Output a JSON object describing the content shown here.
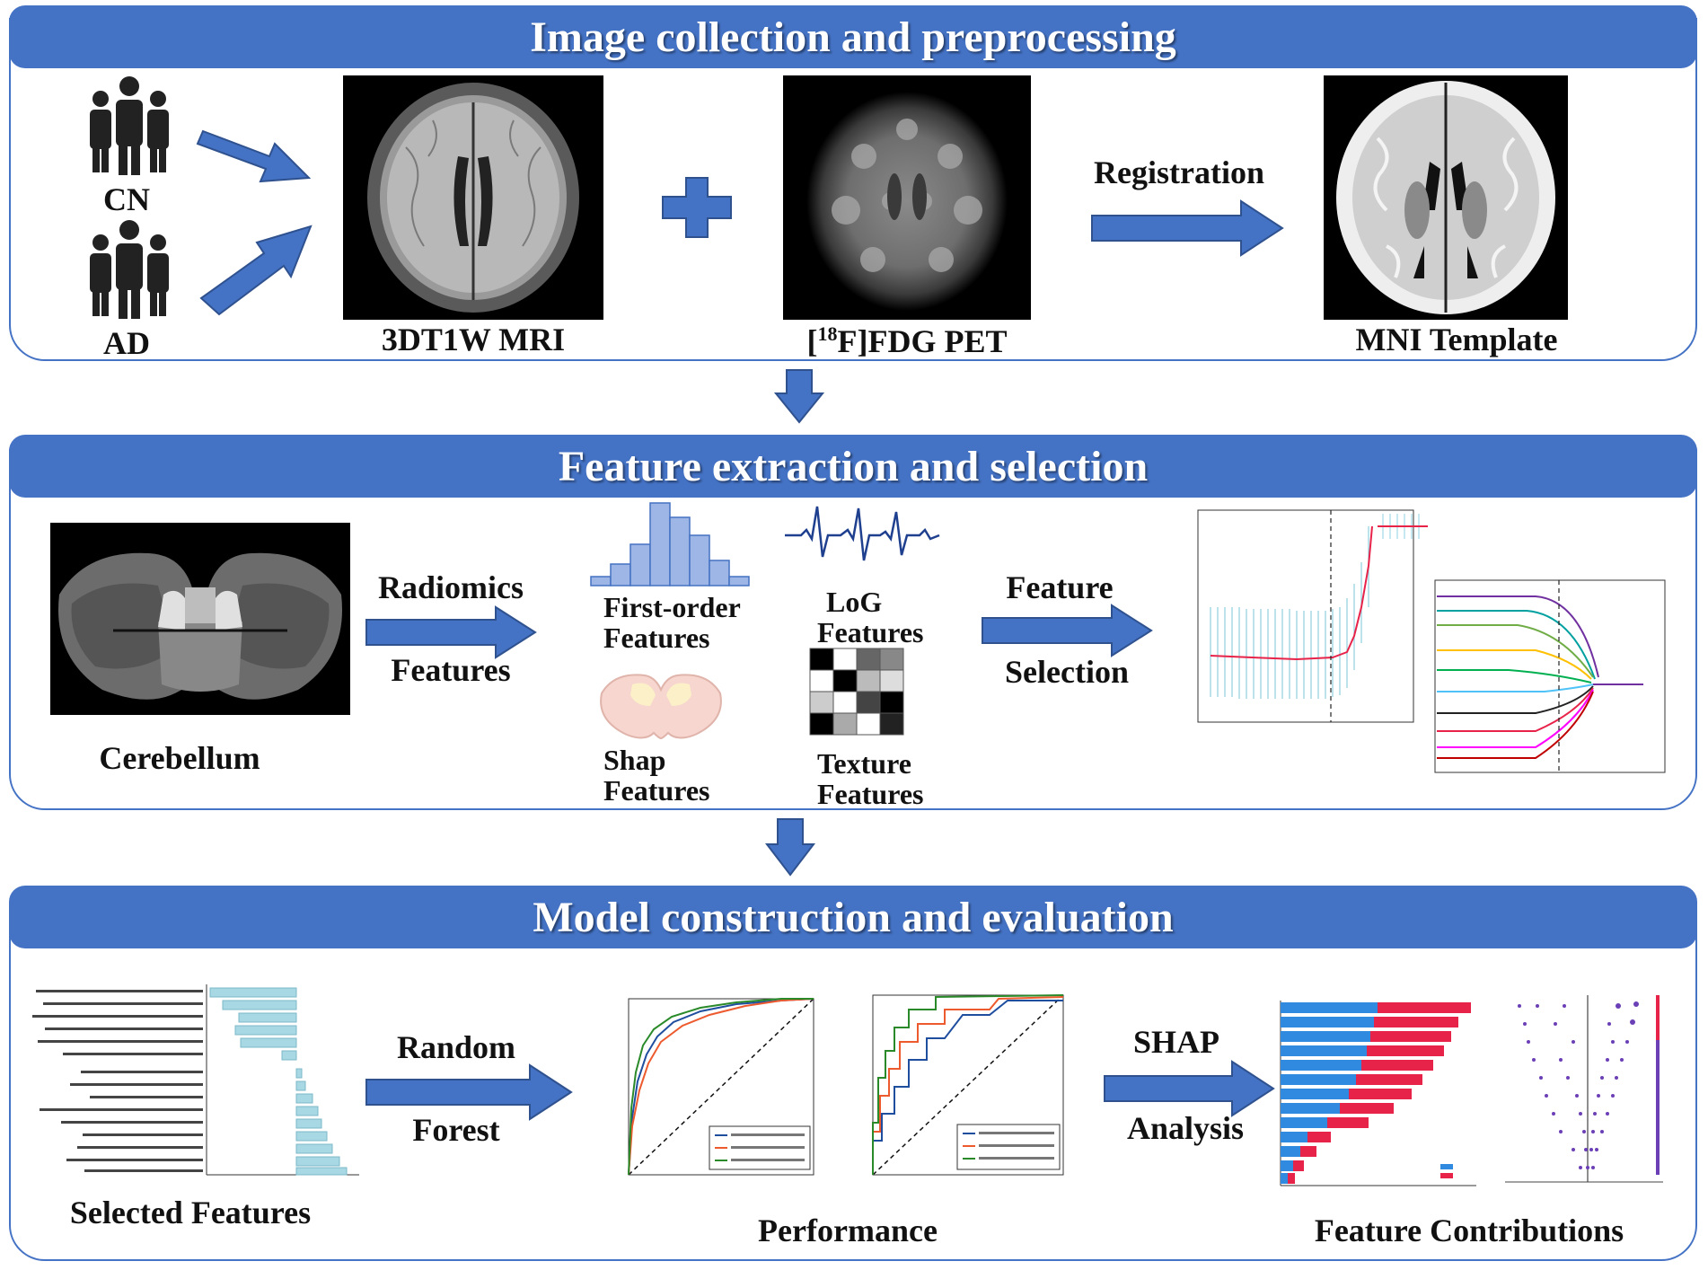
{
  "colors": {
    "accent": "#4472c4",
    "red": "#e8234a",
    "teal": "#a8d8e4"
  },
  "sections": [
    {
      "title": "Image collection and preprocessing"
    },
    {
      "title": "Feature extraction and selection"
    },
    {
      "title": "Model construction and evaluation"
    }
  ],
  "stage1": {
    "group_cn": "CN",
    "group_ad": "AD",
    "mri_label": "3DT1W MRI",
    "pet_label_sup": "18",
    "pet_label_pre": "[",
    "pet_label_post": "F]FDG PET",
    "registration": "Registration",
    "template_label": "MNI Template"
  },
  "stage2": {
    "region_label": "Cerebellum",
    "radiomics_top": "Radiomics",
    "radiomics_bottom": "Features",
    "first_order": [
      "First-order",
      "Features"
    ],
    "log": [
      "LoG",
      "Features"
    ],
    "shape": [
      "Shap",
      "Features"
    ],
    "texture": [
      "Texture",
      "Features"
    ],
    "feature_top": "Feature",
    "feature_bottom": "Selection"
  },
  "stage3": {
    "selected_label": "Selected Features",
    "rf_top": "Random",
    "rf_bottom": "Forest",
    "performance_label": "Performance",
    "shap_top": "SHAP",
    "shap_bottom": "Analysis",
    "contrib_label": "Feature Contributions"
  },
  "icons": [
    "people-icon",
    "plus-icon",
    "arrow-right-icon",
    "arrow-down-icon"
  ]
}
